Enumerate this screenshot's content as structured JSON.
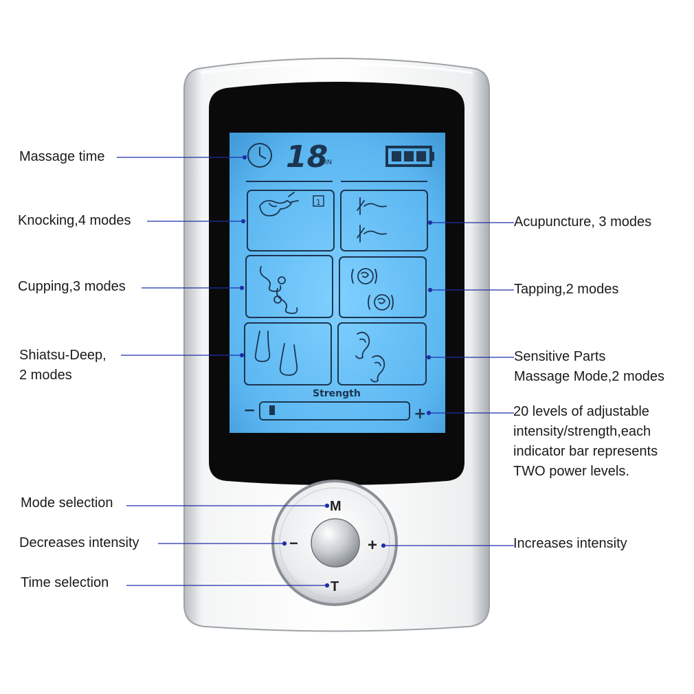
{
  "device": {
    "screen": {
      "timer_value": "18",
      "timer_unit": "MIN",
      "mode_number": "1",
      "strength_label": "Strength",
      "strength_minus": "−",
      "strength_plus": "+",
      "strength_level": 1
    },
    "buttons": {
      "mode": "M",
      "minus": "−",
      "plus": "+",
      "time": "T"
    }
  },
  "annotations": {
    "massage_time": "Massage time",
    "knocking": "Knocking,4 modes",
    "cupping": "Cupping,3 modes",
    "shiatsu": [
      "Shiatsu-Deep,",
      "2 modes"
    ],
    "acupuncture": "Acupuncture, 3 modes",
    "tapping": "Tapping,2 modes",
    "sensitive": [
      "Sensitive Parts",
      "Massage Mode,2 modes"
    ],
    "levels": [
      "20 levels of adjustable",
      "intensity/strength,each",
      "indicator bar represents",
      "TWO power levels."
    ],
    "mode_selection": "Mode selection",
    "decreases": "Decreases intensity",
    "increases": "Increases intensity",
    "time_selection": "Time selection"
  },
  "colors": {
    "leader_line": "#1f2fa8",
    "lcd_blue": "#5cb8f2",
    "lcd_ink": "#1c3550",
    "device_silver": "#e6e8ea"
  }
}
